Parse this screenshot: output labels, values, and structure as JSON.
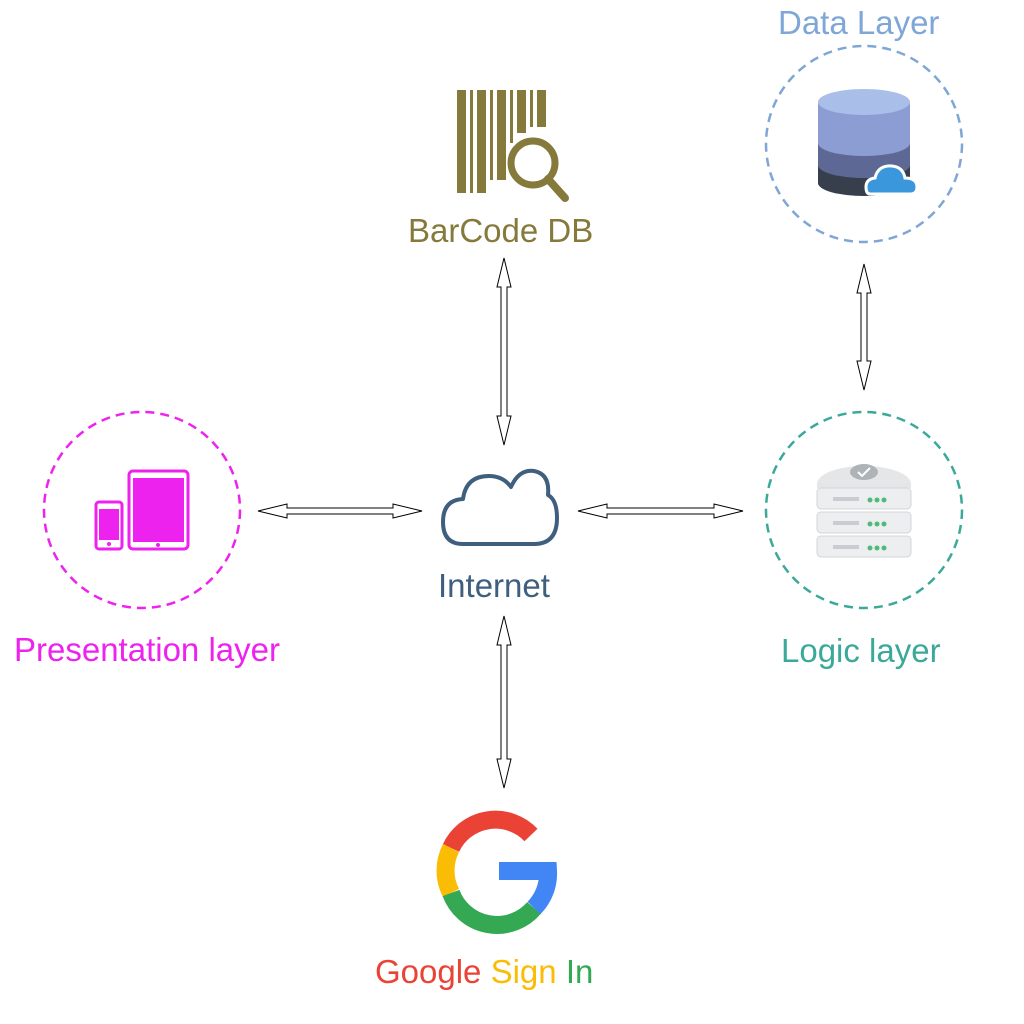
{
  "nodes": {
    "data_layer": {
      "label": "Data Layer",
      "color": "#7ea6d6",
      "icon": "database-cloud-icon"
    },
    "barcode_db": {
      "label": "BarCode DB",
      "color": "#857a3b",
      "icon": "barcode-search-icon"
    },
    "internet": {
      "label": "Internet",
      "color": "#3f5f7f",
      "icon": "cloud-outline-icon"
    },
    "presentation_layer": {
      "label": "Presentation layer",
      "color": "#ee22ee",
      "icon": "phone-tablet-icon"
    },
    "logic_layer": {
      "label": "Logic layer",
      "color": "#3aa99a",
      "icon": "server-stack-icon"
    },
    "google_sign_in": {
      "label_parts": [
        {
          "text": "Google",
          "color": "#ea4335"
        },
        {
          "text": "Sign",
          "color": "#fbbc05"
        },
        {
          "text": "In",
          "color": "#34a853"
        }
      ],
      "icon": "google-g-icon"
    }
  },
  "connections": [
    {
      "from": "barcode_db",
      "to": "internet",
      "type": "bidirectional"
    },
    {
      "from": "data_layer",
      "to": "logic_layer",
      "type": "bidirectional"
    },
    {
      "from": "presentation_layer",
      "to": "internet",
      "type": "bidirectional"
    },
    {
      "from": "internet",
      "to": "logic_layer",
      "type": "bidirectional"
    },
    {
      "from": "internet",
      "to": "google_sign_in",
      "type": "bidirectional"
    }
  ]
}
